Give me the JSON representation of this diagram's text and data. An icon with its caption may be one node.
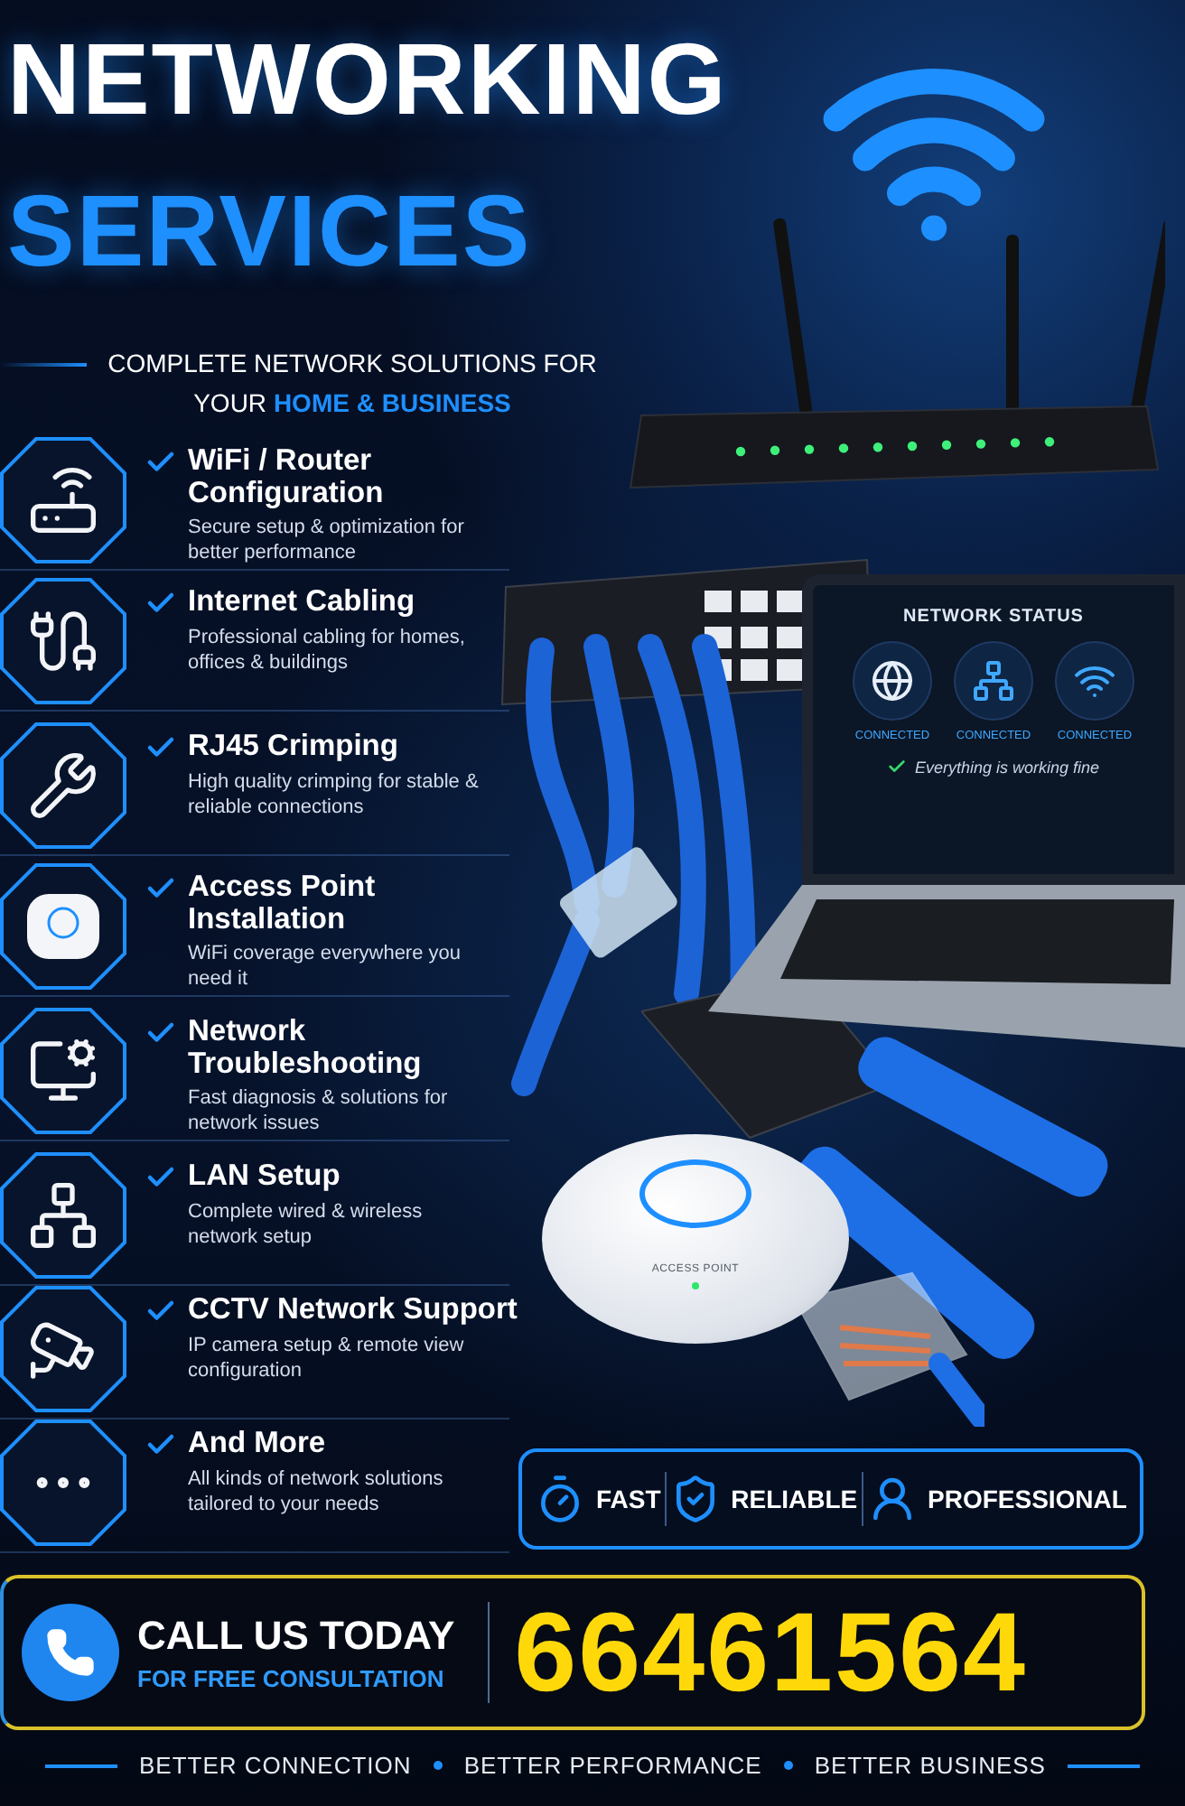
{
  "diagram": {
    "title": "NETWORKING SERVICES",
    "nodes": [
      {
        "text": [
          "WiFi / Router Configuration",
          "Secure setup & optimization for better performance"
        ]
      },
      {
        "text": [
          "Internet Cabling",
          "Professional cabling for homes, offices & buildings"
        ]
      },
      {
        "text": [
          "RJ45 Crimping",
          "High quality crimping for stable & reliable connections"
        ]
      },
      {
        "text": [
          "Access Point Installation",
          "WiFi coverage everywhere you need it"
        ]
      },
      {
        "text": [
          "Network Troubleshooting",
          "Fast diagnosis & solutions for network issues"
        ]
      },
      {
        "text": [
          "LAN Setup",
          "Complete wired & wireless network setup"
        ]
      },
      {
        "text": [
          "CCTV Network Support",
          "IP camera setup & remote view configuration"
        ]
      },
      {
        "text": [
          "And More",
          "All kinds of network solutions tailored to your needs"
        ]
      },
      {
        "text": [
          "FAST",
          "RELIABLE",
          "PROFESSIONAL"
        ]
      },
      {
        "text": [
          "CALL US TODAY",
          "FOR FREE CONSULTATION",
          "66461564"
        ]
      }
    ],
    "labels": [
      "COMPLETE NETWORK SOLUTIONS FOR YOUR",
      "HOME & BUSINESS",
      "NETWORK STATUS",
      "CONNECTED",
      "CONNECTED",
      "CONNECTED",
      "Everything is working fine",
      "ACCESS POINT",
      "BETTER CONNECTION",
      "BETTER PERFORMANCE",
      "BETTER BUSINESS"
    ]
  }
}
